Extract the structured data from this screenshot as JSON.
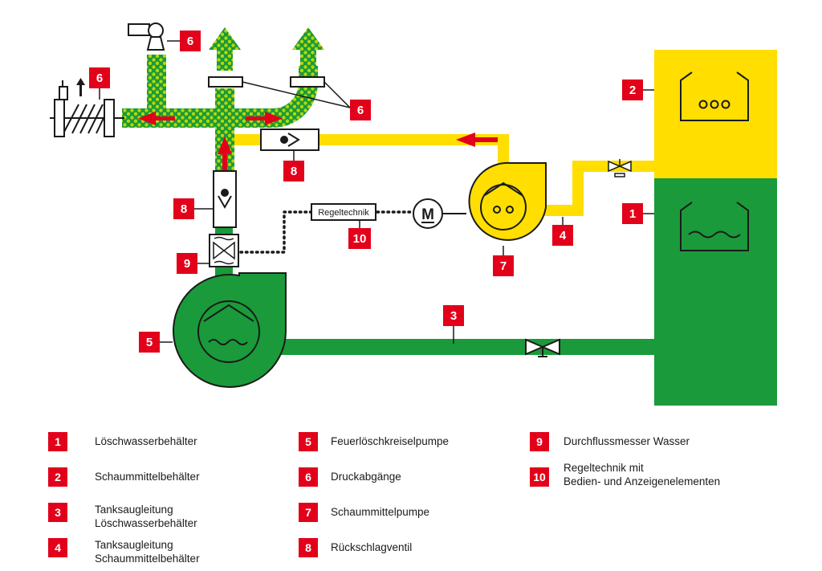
{
  "colors": {
    "water_green": "#1a9a3a",
    "foam_yellow": "#ffde00",
    "badge_red": "#e2001a",
    "foam_dots": "#b4d80a",
    "line_black": "#1a1a1a"
  },
  "badges": {
    "tank_water": "1",
    "tank_foam": "2",
    "suction_water": "3",
    "suction_foam": "4",
    "fire_pump": "5",
    "outlet_nozzle": "6",
    "outlet_left": "6",
    "outlet_top_left": "6",
    "outlet_right": "6",
    "foam_pump": "7",
    "check_valve_foam": "8",
    "check_valve_water": "8",
    "flow_meter": "9",
    "control": "10"
  },
  "control_label": "Regeltechnik",
  "motor_label": "M",
  "legend": [
    {
      "num": "1",
      "lines": [
        "Löschwasserbehälter"
      ]
    },
    {
      "num": "2",
      "lines": [
        "Schaummittelbehälter"
      ]
    },
    {
      "num": "3",
      "lines": [
        "Tanksaugleitung",
        "Löschwasserbehälter"
      ]
    },
    {
      "num": "4",
      "lines": [
        "Tanksaugleitung",
        "Schaummittelbehälter"
      ]
    },
    {
      "num": "5",
      "lines": [
        "Feuerlöschkreiselpumpe"
      ]
    },
    {
      "num": "6",
      "lines": [
        "Druckabgänge"
      ]
    },
    {
      "num": "7",
      "lines": [
        "Schaummittelpumpe"
      ]
    },
    {
      "num": "8",
      "lines": [
        "Rückschlagventil"
      ]
    },
    {
      "num": "9",
      "lines": [
        "Durchflussmesser Wasser"
      ]
    },
    {
      "num": "10",
      "lines": [
        "Regeltechnik mit",
        "Bedien- und Anzeigenelementen"
      ]
    }
  ]
}
